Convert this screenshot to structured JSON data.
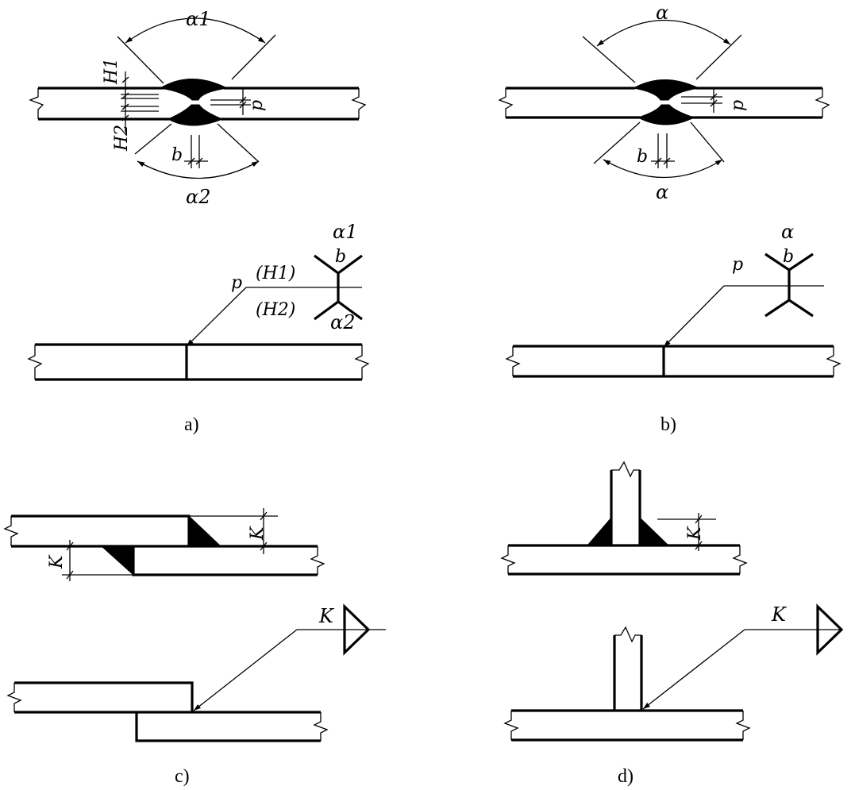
{
  "panels": {
    "a": {
      "caption": "a)",
      "angle_top": "α1",
      "angle_bottom": "α2",
      "h1": "H1",
      "h2": "H2",
      "p": "p",
      "b": "b",
      "sym_top_angle": "α1",
      "sym_b": "b",
      "sym_h1": "(H1)",
      "sym_h2": "(H2)",
      "sym_bottom_angle": "α2",
      "leader_p": "p"
    },
    "b": {
      "caption": "b)",
      "angle_top": "α",
      "angle_bottom": "α",
      "p": "p",
      "b": "b",
      "sym_top_angle": "α",
      "sym_b": "b",
      "leader_p": "p"
    },
    "c": {
      "caption": "c)",
      "k_upper": "K",
      "k_lower": "K",
      "leader_k": "K"
    },
    "d": {
      "caption": "d)",
      "k": "K",
      "leader_k": "K"
    }
  }
}
